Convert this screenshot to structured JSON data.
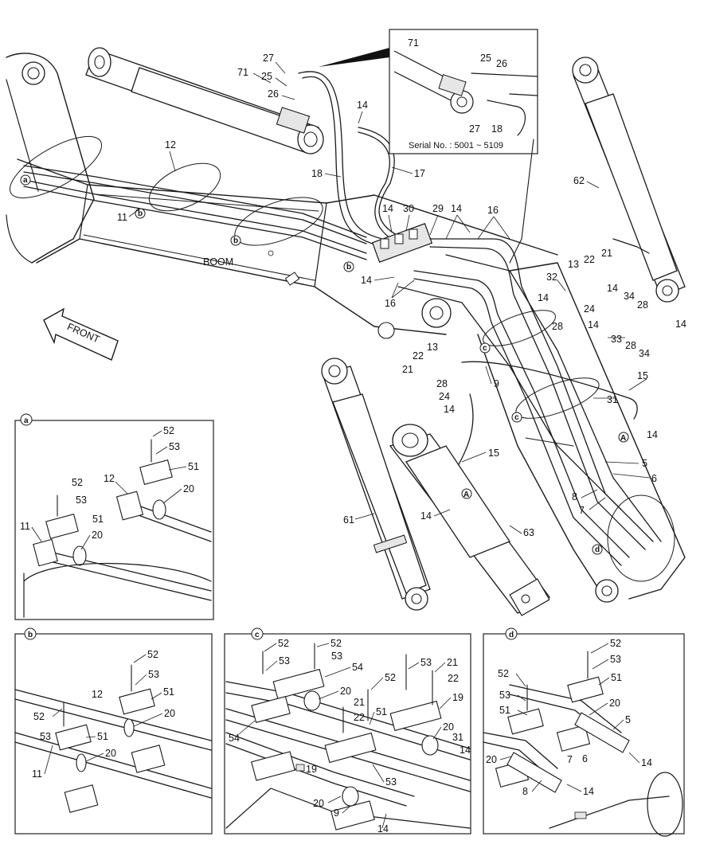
{
  "diagram": {
    "main_labels": {
      "boom": "BOOM",
      "front": "FRONT",
      "serial_note": "Serial No.  : 5001 ~ 5109"
    },
    "callouts": {
      "p71": "71",
      "p27": "27",
      "p25": "25",
      "p26": "26",
      "p14a": "14",
      "p12": "12",
      "p18": "18",
      "p17": "17",
      "p11": "11",
      "p14b": "14",
      "p30": "30",
      "p29": "29",
      "p14c": "14",
      "p16a": "16",
      "p14d": "14",
      "p16b": "16",
      "p62": "62",
      "p13a": "13",
      "p22a": "22",
      "p21a": "21",
      "p32": "32",
      "p14e": "14",
      "p34a": "34",
      "p24a": "24",
      "p28a": "28",
      "p28b": "28",
      "p14f": "14",
      "p33": "33",
      "p28c": "28",
      "p34b": "34",
      "p14g": "14",
      "p14h": "14",
      "p15a": "15",
      "p13b": "13",
      "p22b": "22",
      "p21b": "21",
      "p28d": "28",
      "p24b": "24",
      "p9": "9",
      "p14i": "14",
      "p31": "31",
      "p14j": "14",
      "p15b": "15",
      "p5": "5",
      "p6": "6",
      "p8": "8",
      "p7": "7",
      "p14k": "14",
      "p61": "61",
      "p63": "63",
      "inset_71": "71",
      "inset_25": "25",
      "inset_26": "26",
      "inset_27": "27",
      "inset_18": "18"
    },
    "section_markers": {
      "a": "a",
      "b": "b",
      "c": "c",
      "d": "d",
      "A": "A"
    },
    "detail_a": {
      "marker": "a",
      "labels": {
        "l52a": "52",
        "l53a": "53",
        "l51a": "51",
        "l12": "12",
        "l20a": "20",
        "l52b": "52",
        "l53b": "53",
        "l51b": "51",
        "l11": "11",
        "l20b": "20"
      }
    },
    "detail_b": {
      "marker": "b",
      "labels": {
        "l52a": "52",
        "l53a": "53",
        "l51a": "51",
        "l20a": "20",
        "l12": "12",
        "l52b": "52",
        "l53b": "53",
        "l51b": "51",
        "l20b": "20",
        "l11": "11"
      }
    },
    "detail_c": {
      "marker": "c",
      "labels": {
        "l52a": "52",
        "l53a": "53",
        "l52b": "52",
        "l53b": "53",
        "l54a": "54",
        "l20a": "20",
        "l52c": "52",
        "l53c": "53",
        "l21a": "21",
        "l22a": "22",
        "l19a": "19",
        "l21b": "21",
        "l51": "51",
        "l22b": "22",
        "l54b": "54",
        "l20b": "20",
        "l31": "31",
        "l14a": "14",
        "l19b": "19",
        "l53d": "53",
        "l20c": "20",
        "l9": "9",
        "l14b": "14"
      }
    },
    "detail_d": {
      "marker": "d",
      "labels": {
        "l52a": "52",
        "l53a": "53",
        "l51a": "51",
        "l52b": "52",
        "l53b": "53",
        "l51b": "51",
        "l20a": "20",
        "l5": "5",
        "l6": "6",
        "l14a": "14",
        "l20b": "20",
        "l7": "7",
        "l8": "8",
        "l14b": "14"
      }
    }
  }
}
